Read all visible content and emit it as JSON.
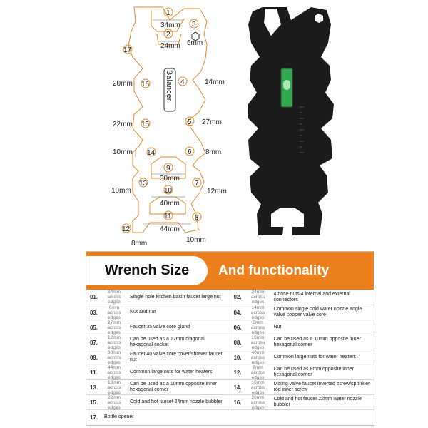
{
  "diagram": {
    "numbers": [
      "1",
      "2",
      "3",
      "4",
      "5",
      "6",
      "7",
      "8",
      "9",
      "10",
      "11",
      "12",
      "13",
      "14",
      "15",
      "16",
      "17"
    ],
    "center_text": "Balancer",
    "sizes": {
      "s34": "34mm",
      "s24": "24mm",
      "s6": "6mm",
      "s20": "20mm",
      "s14": "14mm",
      "s22": "22mm",
      "s27": "27mm",
      "s10a": "10mm",
      "s8a": "8mm",
      "s30": "30mm",
      "s10b": "10mm",
      "s12": "12mm",
      "s40": "40mm",
      "s44": "44mm",
      "s8b": "8mm",
      "s10c": "10mm"
    }
  },
  "banner": {
    "left": "Wrench Size",
    "right": "And functionality"
  },
  "rows": [
    [
      {
        "num": "01.",
        "size": "34mm",
        "edges": "across edges",
        "desc": "Single hole kitchen basin faucet large nut"
      },
      {
        "num": "02.",
        "size": "24mm",
        "edges": "across edges",
        "desc": "4 hose nuts 4 internal and external connectors"
      }
    ],
    [
      {
        "num": "03.",
        "size": "6mm",
        "edges": "across edges",
        "desc": "Nut and nut"
      },
      {
        "num": "04.",
        "size": "14mm",
        "edges": "across edges",
        "desc": "Common single cold water nozzle angle valve copper valve core"
      }
    ],
    [
      {
        "num": "05.",
        "size": "27mm",
        "edges": "across edges",
        "desc": "Faucet 35 valve core gland"
      },
      {
        "num": "06.",
        "size": "8mm",
        "edges": "across edges",
        "desc": "Nut"
      }
    ],
    [
      {
        "num": "07.",
        "size": "12mm",
        "edges": "across edges",
        "desc": "Can be used as a 12mm diagonal hexagonal socket"
      },
      {
        "num": "08.",
        "size": "10mm",
        "edges": "across edges",
        "desc": "Can be used as a 10mm opposite inner hexagonal corner"
      }
    ],
    [
      {
        "num": "09.",
        "size": "30mm",
        "edges": "across edges",
        "desc": "Faucet 40 valve core cover/shower faucet nut"
      },
      {
        "num": "10.",
        "size": "40mm",
        "edges": "across edges",
        "desc": "Common large nuts for water heaters"
      }
    ],
    [
      {
        "num": "11.",
        "size": "44mm",
        "edges": "across edges",
        "desc": "Common large nuts for water heaters"
      },
      {
        "num": "12.",
        "size": "8mm",
        "edges": "across edges",
        "desc": "Can be used as 8mm opposite inner hexagonal corner"
      }
    ],
    [
      {
        "num": "13.",
        "size": "10mm",
        "edges": "across edges",
        "desc": "Can be used as a 10mm opposite inner hexagonal corner"
      },
      {
        "num": "14.",
        "size": "10mm",
        "edges": "across edges",
        "desc": "Mixing valve faucet inverted screw/sprinkler rod inner screw"
      }
    ],
    [
      {
        "num": "15.",
        "size": "22mm",
        "edges": "across edges",
        "desc": "Cold and hot faucet 24mm nozzle bubbler"
      },
      {
        "num": "16.",
        "size": "20mm",
        "edges": "across edges",
        "desc": "Cold and hot faucet 22mm water nozzle bubbler"
      }
    ],
    [
      {
        "num": "17.",
        "size": "",
        "edges": "",
        "desc": "Bottle opener"
      }
    ]
  ]
}
